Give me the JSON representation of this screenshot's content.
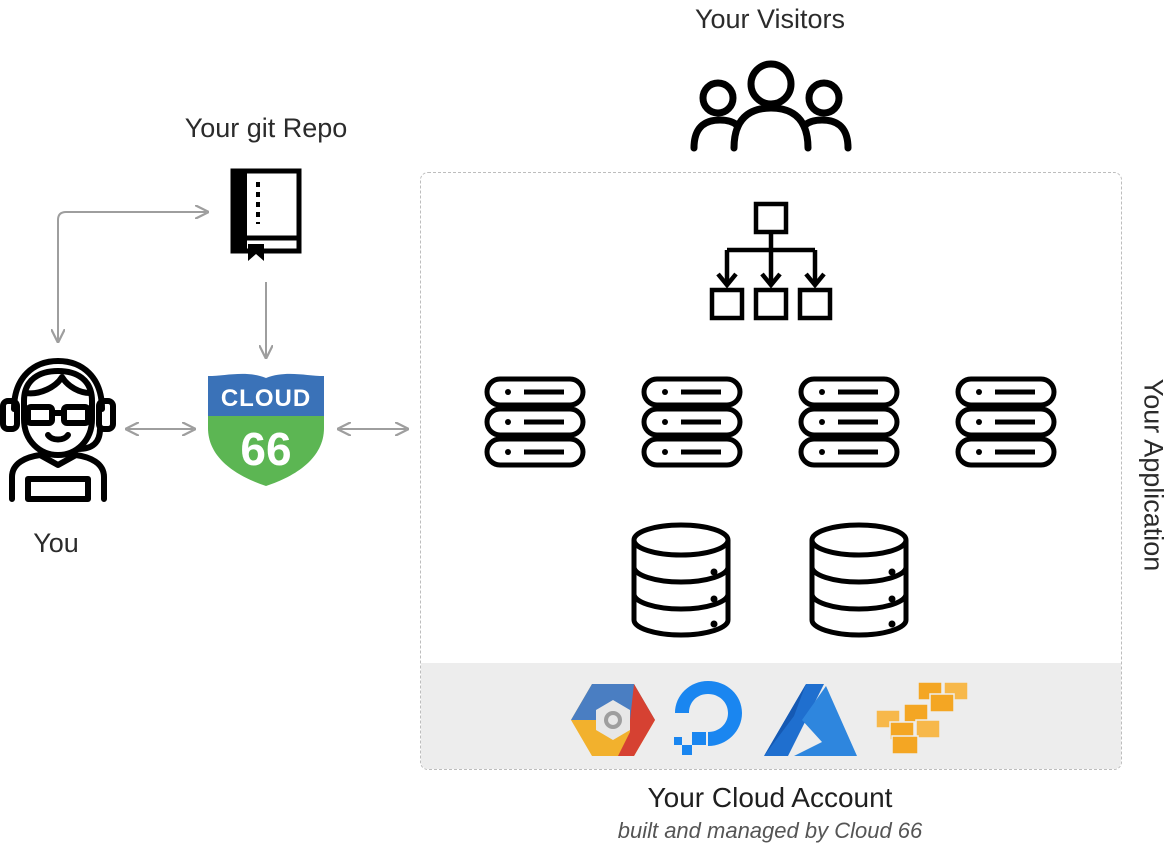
{
  "labels": {
    "visitors": "Your Visitors",
    "git_repo": "Your git Repo",
    "you": "You",
    "application": "Your Application",
    "cloud_account": "Your Cloud Account",
    "cloud_account_sub": "built and managed by Cloud 66"
  },
  "cloud66_badge": {
    "top_text": "CLOUD",
    "bottom_text": "66",
    "top_color": "#3a72b8",
    "bottom_color": "#5cb653"
  },
  "icons": {
    "visitors": "users-icon",
    "repo": "book-icon",
    "user": "developer-headset-icon",
    "load_balancer": "network-hierarchy-icon",
    "servers": [
      "server-icon",
      "server-icon",
      "server-icon",
      "server-icon"
    ],
    "databases": [
      "database-icon",
      "database-icon"
    ],
    "providers": [
      "google-cloud-icon",
      "digitalocean-icon",
      "azure-icon",
      "aws-icon"
    ]
  },
  "colors": {
    "arrow": "#9e9e9e",
    "icon_stroke": "#000000",
    "gcp_blue": "#4a7ec2",
    "gcp_red": "#d64132",
    "gcp_yellow": "#f2b12d",
    "do_blue": "#1a86f0",
    "azure_blue": "#1f6fcf",
    "aws_orange": "#f4a623"
  }
}
